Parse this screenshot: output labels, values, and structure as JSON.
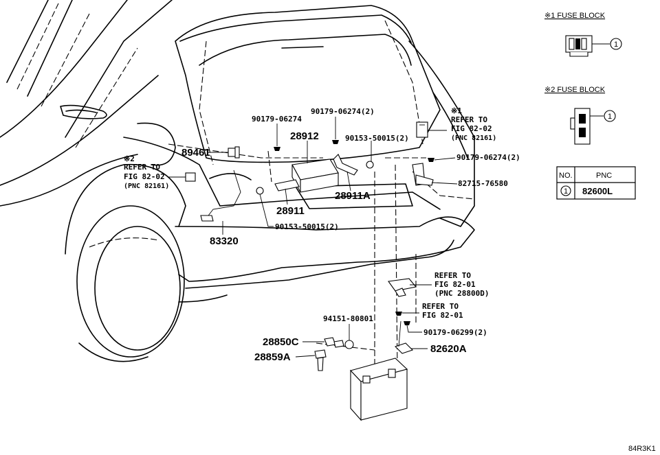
{
  "fuse_blocks": {
    "block1_title": "※1 FUSE BLOCK",
    "block2_title": "※2 FUSE BLOCK",
    "marker": "1"
  },
  "table": {
    "header_no": "NO.",
    "header_pnc": "PNC",
    "row_no": "1",
    "row_pnc": "82600L"
  },
  "parts": {
    "p89461": "89461",
    "p28912": "28912",
    "p28911": "28911",
    "p28911A": "28911A",
    "p83320": "83320",
    "p90179_06274": "90179-06274",
    "p90179_06274_2a": "90179-06274(2)",
    "p90153_50015_2a": "90153-50015(2)",
    "p90179_06274_2b": "90179-06274(2)",
    "p82715_76580": "82715-76580",
    "p90153_50015_2b": "90153-50015(2)",
    "p94151_80801": "94151-80801",
    "p28850C": "28850C",
    "p28859A": "28859A",
    "p90179_06299_2": "90179-06299(2)",
    "p82620A": "82620A"
  },
  "refs": {
    "ref1_mark": "※1",
    "ref1_line1": "REFER TO",
    "ref1_line2": "FIG 82-02",
    "ref1_line3": "(PNC 82161)",
    "ref2_mark": "※2",
    "ref2_line1": "REFER TO",
    "ref2_line2": "FIG 82-02",
    "ref2_line3": "(PNC 82161)",
    "ref3_line1": "REFER TO",
    "ref3_line2": "FIG 82-01",
    "ref3_line3": "(PNC 28800D)",
    "ref4_line1": "REFER TO",
    "ref4_line2": "FIG 82-01"
  },
  "figure_code": "84R3K1"
}
